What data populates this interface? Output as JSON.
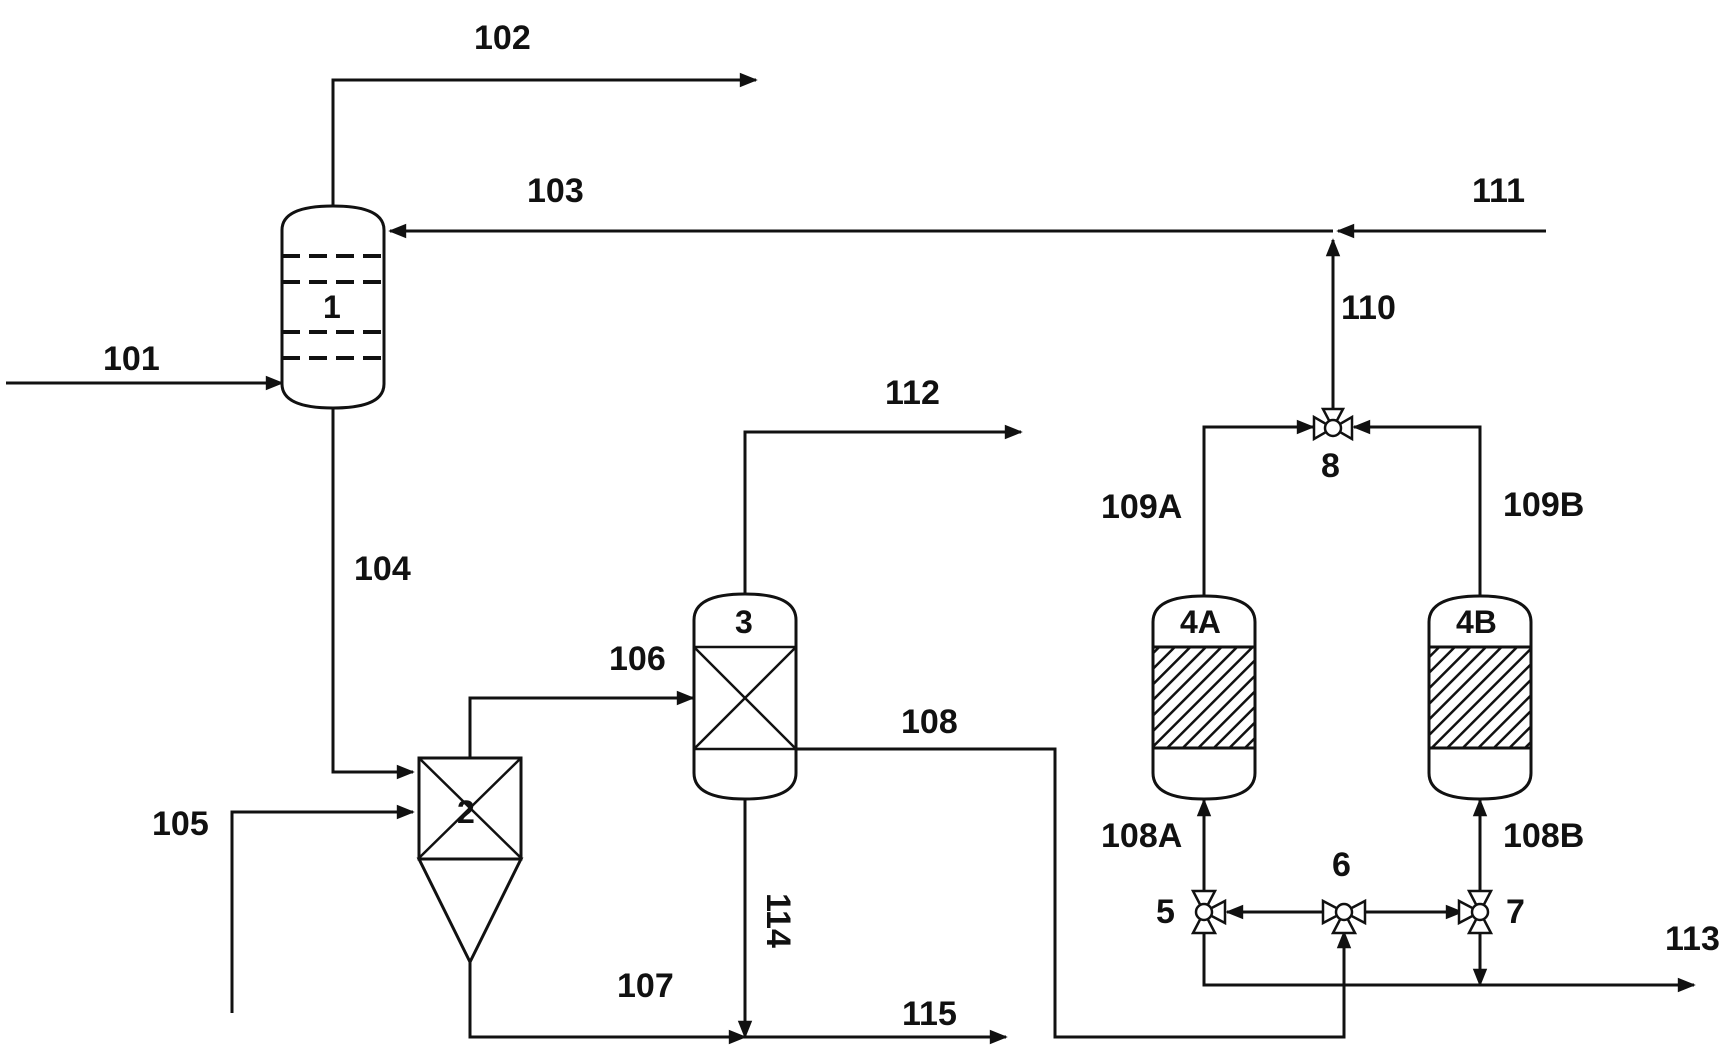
{
  "streams": {
    "s101": "101",
    "s102": "102",
    "s103": "103",
    "s104": "104",
    "s105": "105",
    "s106": "106",
    "s107": "107",
    "s108": "108",
    "s108A": "108A",
    "s108B": "108B",
    "s109A": "109A",
    "s109B": "109B",
    "s110": "110",
    "s111": "111",
    "s112": "112",
    "s113": "113",
    "s114": "114",
    "s115": "115"
  },
  "units": {
    "u1": "1",
    "u2": "2",
    "u3": "3",
    "u4A": "4A",
    "u4B": "4B"
  },
  "valves": {
    "v5": "5",
    "v6": "6",
    "v7": "7",
    "v8": "8"
  },
  "colors": {
    "ink": "#111111",
    "background": "#ffffff"
  }
}
